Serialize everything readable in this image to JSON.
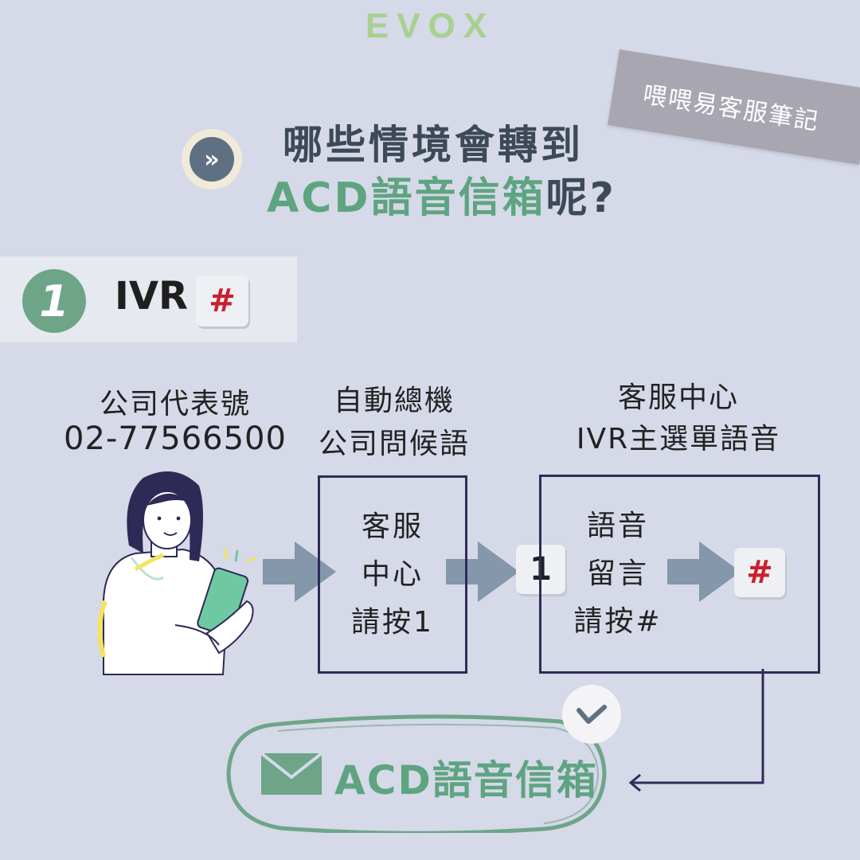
{
  "brand": {
    "logo": "EVOX"
  },
  "tape_note": {
    "text": "喂喂易客服筆記"
  },
  "title": {
    "line1": "哪些情境會轉到",
    "line2_highlight": "ACD語音信箱",
    "line2_rest": "呢?",
    "icon": "double-chevron-right-icon",
    "icon_glyph": "»"
  },
  "step": {
    "number": "1",
    "label": "IVR",
    "key": "#"
  },
  "flow": {
    "caller": {
      "label": "公司代表號",
      "phone": "02-77566500"
    },
    "switchboard": {
      "label_line1": "自動總機",
      "label_line2": "公司問候語",
      "box_lines": [
        "客服",
        "中心",
        "請按1"
      ]
    },
    "key_1": "1",
    "service_center": {
      "label_line1": "客服中心",
      "label_line2": "IVR主選單語音",
      "box_lines": [
        "語音",
        "留言",
        "請按#"
      ]
    },
    "key_hash": "#"
  },
  "result": {
    "label": "ACD語音信箱",
    "icon": "envelope-icon",
    "badge_icon": "check-icon"
  },
  "colors": {
    "background": "#d5d9e8",
    "brand_green": "#5fa481",
    "logo_green": "#a8d08e",
    "arrow_gray": "#8597aa",
    "box_border": "#2f2c58",
    "hash_red": "#c8202e"
  }
}
